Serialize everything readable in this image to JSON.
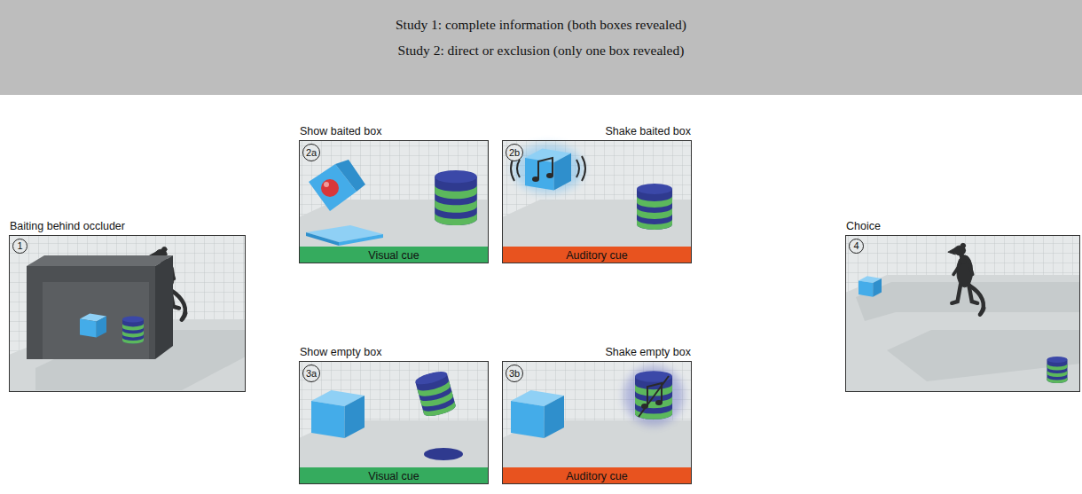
{
  "diagram": {
    "nodes": [
      {
        "text": [
          "Study 1: complete information (both boxes revealed)",
          "Study 2: direct or exclusion (only one box revealed)"
        ]
      },
      {
        "text": [
          "Baiting behind occluder",
          "1"
        ]
      },
      {
        "text": [
          "Show baited box",
          "2a"
        ]
      },
      {
        "text": [
          "Visual cue"
        ],
        "in": 2
      },
      {
        "text": [
          "Shake baited box",
          "2b"
        ]
      },
      {
        "text": [
          "Auditory cue"
        ],
        "in": 4
      },
      {
        "text": [
          "Show empty box",
          "3a"
        ]
      },
      {
        "text": [
          "Visual cue"
        ],
        "in": 6
      },
      {
        "text": [
          "Shake empty box",
          "3b"
        ]
      },
      {
        "text": [
          "Auditory cue"
        ],
        "in": 8
      },
      {
        "text": [
          "Choice",
          "4"
        ]
      }
    ]
  }
}
